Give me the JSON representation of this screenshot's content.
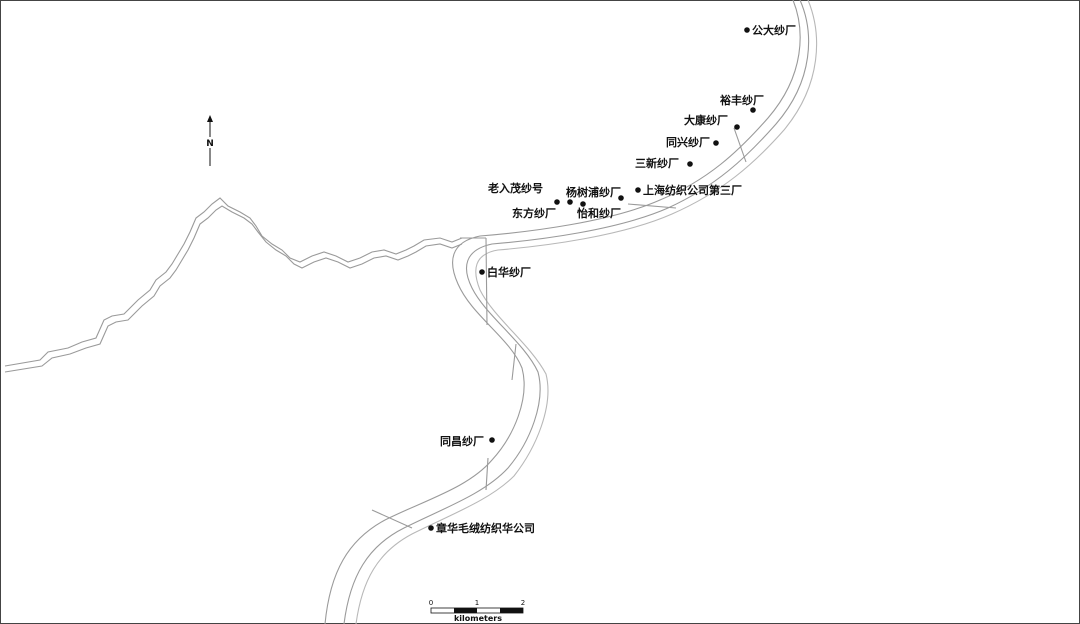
{
  "map": {
    "colors": {
      "river": "#9a9a9a",
      "point": "#111111",
      "frame": "#444444"
    },
    "north_arrow": {
      "label": "N"
    },
    "mills": [
      {
        "name": "公大纱厂"
      },
      {
        "name": "裕丰纱厂"
      },
      {
        "name": "大康纱厂"
      },
      {
        "name": "同兴纱厂"
      },
      {
        "name": "三新纱厂"
      },
      {
        "name": "上海纺织公司第三厂"
      },
      {
        "name": "老入茂纱号"
      },
      {
        "name": "杨树浦纱厂"
      },
      {
        "name": "东方纱厂"
      },
      {
        "name": "怡和纱厂"
      },
      {
        "name": "白华纱厂"
      },
      {
        "name": "同昌纱厂"
      },
      {
        "name": "章华毛绒纺织华公司"
      }
    ],
    "scale_bar": {
      "ticks": [
        "0",
        "1",
        "2"
      ],
      "unit": "kilometers"
    }
  }
}
